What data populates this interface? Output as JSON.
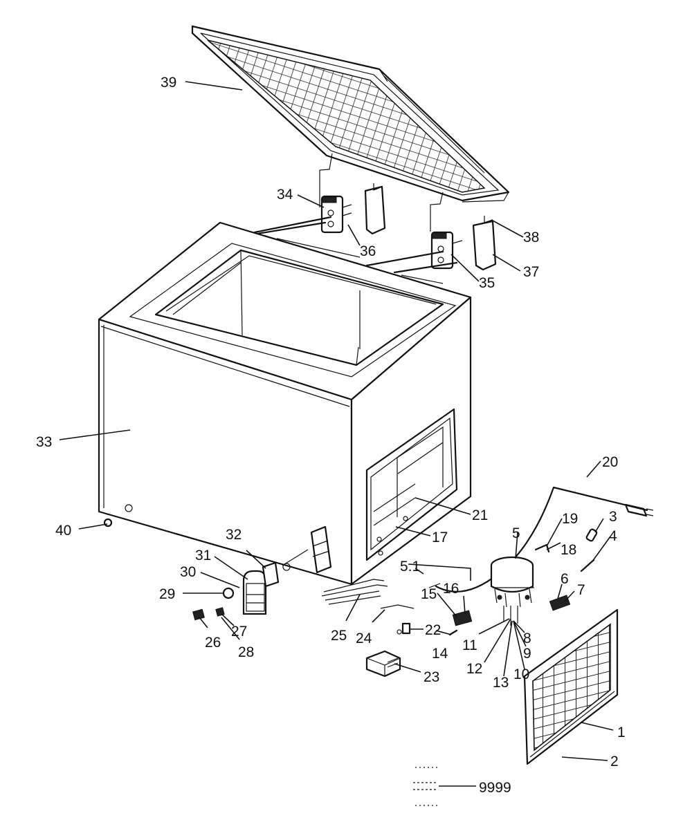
{
  "callouts": {
    "c1": "1",
    "c2": "2",
    "c3": "3",
    "c4": "4",
    "c5": "5",
    "c5_1": "5.1",
    "c6": "6",
    "c7": "7",
    "c8": "8",
    "c9": "9",
    "c10": "10",
    "c11": "11",
    "c12": "12",
    "c13": "13",
    "c14": "14",
    "c15": "15",
    "c16": "16",
    "c17": "17",
    "c18": "18",
    "c19": "19",
    "c20": "20",
    "c21": "21",
    "c22": "22",
    "c23": "23",
    "c24": "24",
    "c25": "25",
    "c26": "26",
    "c27": "27",
    "c28": "28",
    "c29": "29",
    "c30": "30",
    "c31": "31",
    "c32": "32",
    "c33": "33",
    "c34": "34",
    "c35": "35",
    "c36": "36",
    "c37": "37",
    "c38": "38",
    "c39": "39",
    "c40": "40",
    "c9999": "9999"
  },
  "colors": {
    "ink": "#111111",
    "paper": "#ffffff"
  }
}
